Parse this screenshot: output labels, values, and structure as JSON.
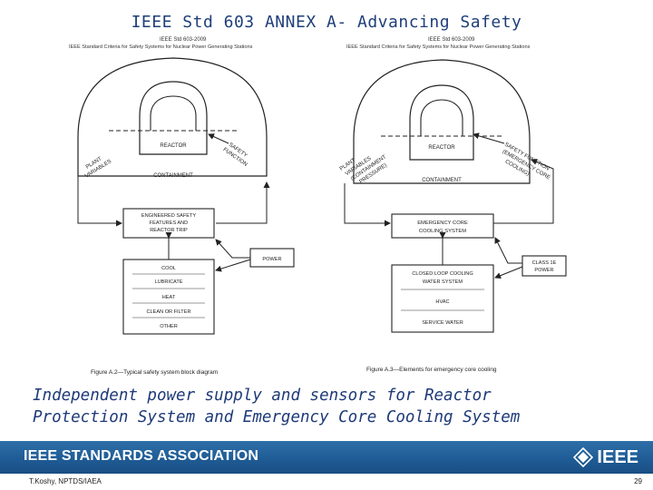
{
  "slide": {
    "title": "IEEE Std 603 ANNEX A- Advancing Safety",
    "caption_line1": "Independent power supply and sensors for Reactor",
    "caption_line2": "Protection System and Emergency Core Cooling System",
    "footer_org": "IEEE STANDARDS ASSOCIATION",
    "footer_logo": "IEEE",
    "author": "T.Koshy, NPTDS/IAEA",
    "page_number": "29"
  },
  "figure_left": {
    "std_number": "IEEE Std 603-2009",
    "std_title": "IEEE Standard Criteria for Safety Systems for Nuclear Power Generating Stations",
    "reactor": "REACTOR",
    "containment": "CONTAINMENT",
    "plant_1": "PLANT",
    "plant_2": "VARIABLES",
    "safety_1": "SAFETY",
    "safety_2": "FUNCTION",
    "esf_1": "ENGINEERED SAFETY",
    "esf_2": "FEATURES AND",
    "esf_3": "REACTOR TRIP",
    "power": "POWER",
    "cool": "COOL",
    "lubricate": "LUBRICATE",
    "heat": "HEAT",
    "clean": "CLEAN OR FILTER",
    "other": "OTHER",
    "caption": "Figure A.2—Typical safety system block diagram"
  },
  "figure_right": {
    "std_number": "IEEE Std 603-2009",
    "std_title": "IEEE Standard Criteria for Safety Systems for Nuclear Power Generating Stations",
    "reactor": "REACTOR",
    "containment": "CONTAINMENT",
    "pv_1": "PLANT",
    "pv_2": "VARIABLES",
    "pv_3": "(CONTAINMENT",
    "pv_4": "PRESSURE)",
    "sf_1": "SAFETY FUNCTION",
    "sf_2": "(EMERGENCY CORE",
    "sf_3": "COOLING)",
    "eccs_1": "EMERGENCY CORE",
    "eccs_2": "COOLING SYSTEM",
    "class_1": "CLASS 1E",
    "class_2": "POWER",
    "clc_1": "CLOSED LOOP COOLING",
    "clc_2": "WATER SYSTEM",
    "hvac": "HVAC",
    "service": "SERVICE WATER",
    "caption": "Figure A.3—Elements for emergency core cooling"
  }
}
